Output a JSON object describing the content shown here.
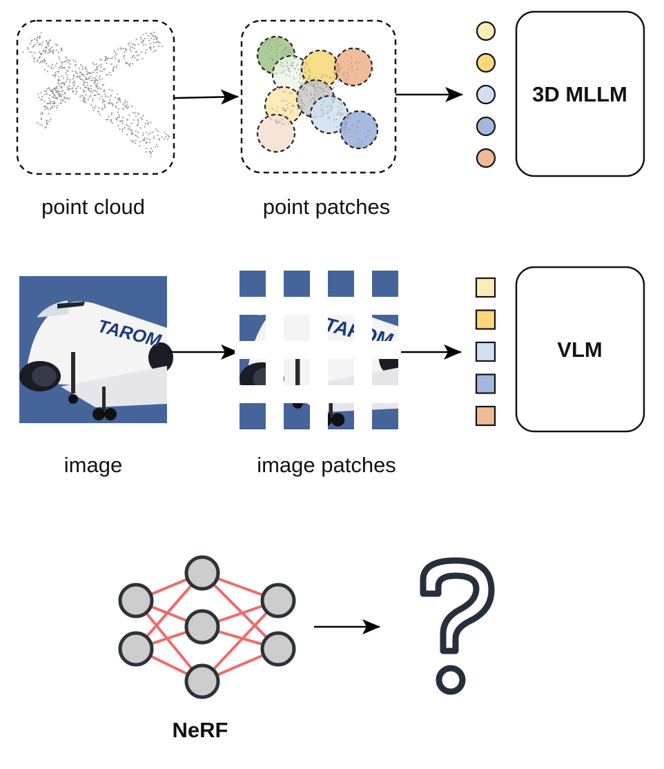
{
  "row1": {
    "source_label": "point cloud",
    "patches_label": "point patches",
    "model_label": "3D MLLM",
    "token_colors": [
      "#fdebb8",
      "#f9d97a",
      "#d0e0f0",
      "#a3b8de",
      "#edbb96"
    ],
    "patch_colors": [
      "#9cc486",
      "#eef4ea",
      "#f6d676",
      "#edb088",
      "#fbe6ad",
      "#c8c8c8",
      "#cfe0f1",
      "#98aedc",
      "#f7e0d2"
    ]
  },
  "row2": {
    "source_label": "image",
    "patches_label": "image patches",
    "model_label": "VLM",
    "image_text": "TAROM",
    "token_colors": [
      "#fdebb8",
      "#f9d97a",
      "#d0e0f0",
      "#a3b8de",
      "#edbb96"
    ]
  },
  "row3": {
    "source_label": "NeRF",
    "edge_color": "#ef6b6b",
    "node_color": "#cccccc",
    "result_icon": "question-mark-icon"
  }
}
